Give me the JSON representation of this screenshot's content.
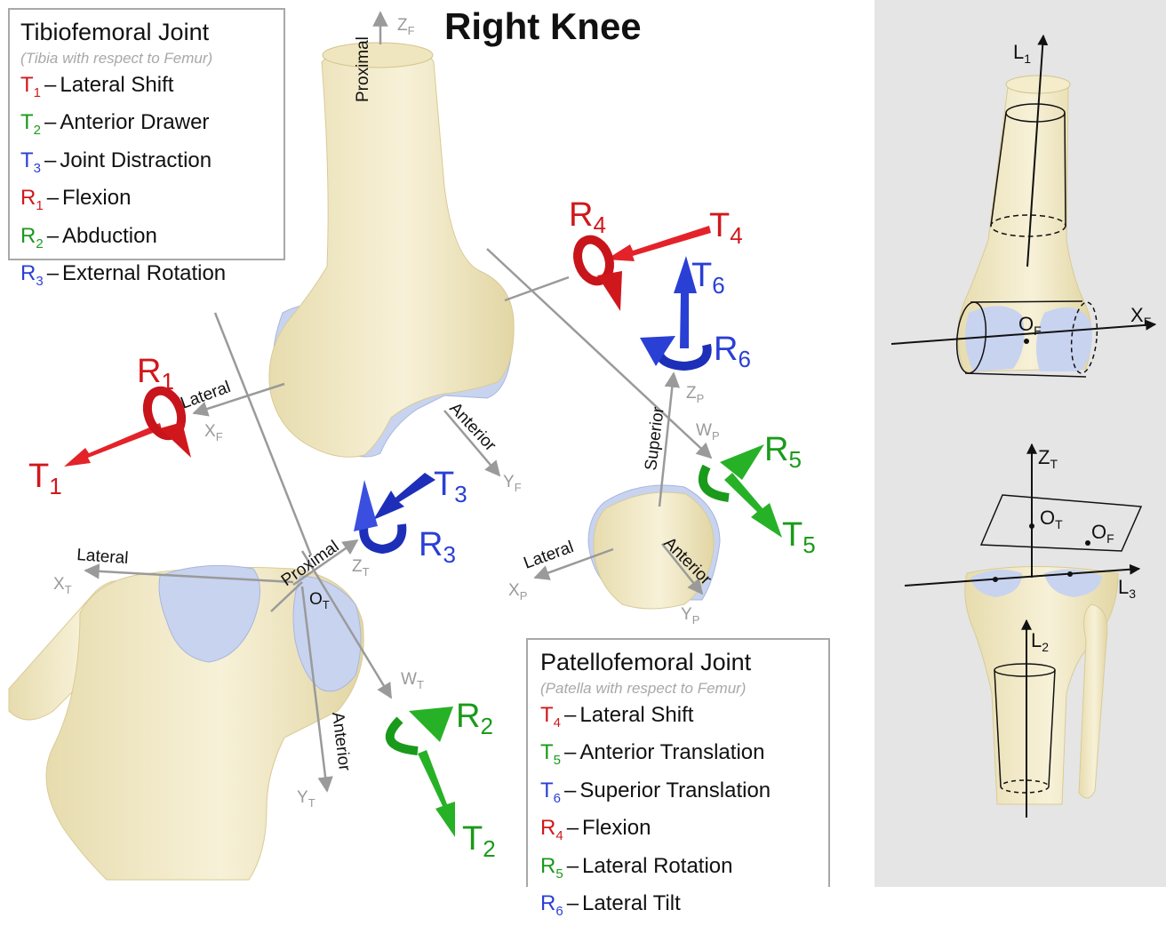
{
  "title": "Right Knee",
  "tibiofemoral": {
    "title": "Tibiofemoral Joint",
    "subtitle": "(Tibia with respect to Femur)",
    "items": [
      {
        "sym": "T",
        "sub": "1",
        "label": "Lateral Shift",
        "color": "#d0181c"
      },
      {
        "sym": "T",
        "sub": "2",
        "label": "Anterior Drawer",
        "color": "#1a9a1a"
      },
      {
        "sym": "T",
        "sub": "3",
        "label": "Joint Distraction",
        "color": "#2a3fd4"
      },
      {
        "sym": "R",
        "sub": "1",
        "label": "Flexion",
        "color": "#d0181c"
      },
      {
        "sym": "R",
        "sub": "2",
        "label": "Abduction",
        "color": "#1a9a1a"
      },
      {
        "sym": "R",
        "sub": "3",
        "label": "External Rotation",
        "color": "#2a3fd4"
      }
    ]
  },
  "patellofemoral": {
    "title": "Patellofemoral Joint",
    "subtitle": "(Patella with respect to Femur)",
    "items": [
      {
        "sym": "T",
        "sub": "4",
        "label": "Lateral Shift",
        "color": "#d0181c"
      },
      {
        "sym": "T",
        "sub": "5",
        "label": "Anterior Translation",
        "color": "#1a9a1a"
      },
      {
        "sym": "T",
        "sub": "6",
        "label": "Superior Translation",
        "color": "#2a3fd4"
      },
      {
        "sym": "R",
        "sub": "4",
        "label": "Flexion",
        "color": "#d0181c"
      },
      {
        "sym": "R",
        "sub": "5",
        "label": "Lateral Rotation",
        "color": "#1a9a1a"
      },
      {
        "sym": "R",
        "sub": "6",
        "label": "Lateral Tilt",
        "color": "#2a3fd4"
      }
    ]
  },
  "axis_labels": {
    "femur": {
      "z": "Z",
      "z_sub": "F",
      "x": "X",
      "x_sub": "F",
      "y": "Y",
      "y_sub": "F",
      "proximal": "Proximal",
      "lateral": "Lateral",
      "anterior": "Anterior"
    },
    "tibia": {
      "z": "Z",
      "z_sub": "T",
      "x": "X",
      "x_sub": "T",
      "y": "Y",
      "y_sub": "T",
      "w": "W",
      "w_sub": "T",
      "o": "O",
      "o_sub": "T",
      "proximal": "Proximal",
      "lateral": "Lateral",
      "anterior": "Anterior"
    },
    "patella": {
      "z": "Z",
      "z_sub": "P",
      "x": "X",
      "x_sub": "P",
      "y": "Y",
      "y_sub": "P",
      "w": "W",
      "w_sub": "P",
      "superior": "Superior",
      "lateral": "Lateral",
      "anterior": "Anterior"
    }
  },
  "motion_labels": {
    "t1": {
      "sym": "T",
      "sub": "1"
    },
    "r1": {
      "sym": "R",
      "sub": "1"
    },
    "t2": {
      "sym": "T",
      "sub": "2"
    },
    "r2": {
      "sym": "R",
      "sub": "2"
    },
    "t3": {
      "sym": "T",
      "sub": "3"
    },
    "r3": {
      "sym": "R",
      "sub": "3"
    },
    "t4": {
      "sym": "T",
      "sub": "4"
    },
    "r4": {
      "sym": "R",
      "sub": "4"
    },
    "t5": {
      "sym": "T",
      "sub": "5"
    },
    "r5": {
      "sym": "R",
      "sub": "5"
    },
    "t6": {
      "sym": "T",
      "sub": "6"
    },
    "r6": {
      "sym": "R",
      "sub": "6"
    }
  },
  "right_panel": {
    "l1": {
      "sym": "L",
      "sub": "1"
    },
    "xf": {
      "sym": "X",
      "sub": "F"
    },
    "of": {
      "sym": "O",
      "sub": "F"
    },
    "zt": {
      "sym": "Z",
      "sub": "T"
    },
    "ot": {
      "sym": "O",
      "sub": "T"
    },
    "of2": {
      "sym": "O",
      "sub": "F"
    },
    "l3": {
      "sym": "L",
      "sub": "3"
    },
    "l2": {
      "sym": "L",
      "sub": "2"
    }
  },
  "colors": {
    "red": "#d0181c",
    "green": "#1a9a1a",
    "blue": "#2a3fd4",
    "bone": "#f2ebc8",
    "cartilage": "#c8d3f0",
    "axis_gray": "#9a9a9a",
    "panel_bg": "#e5e5e5"
  }
}
